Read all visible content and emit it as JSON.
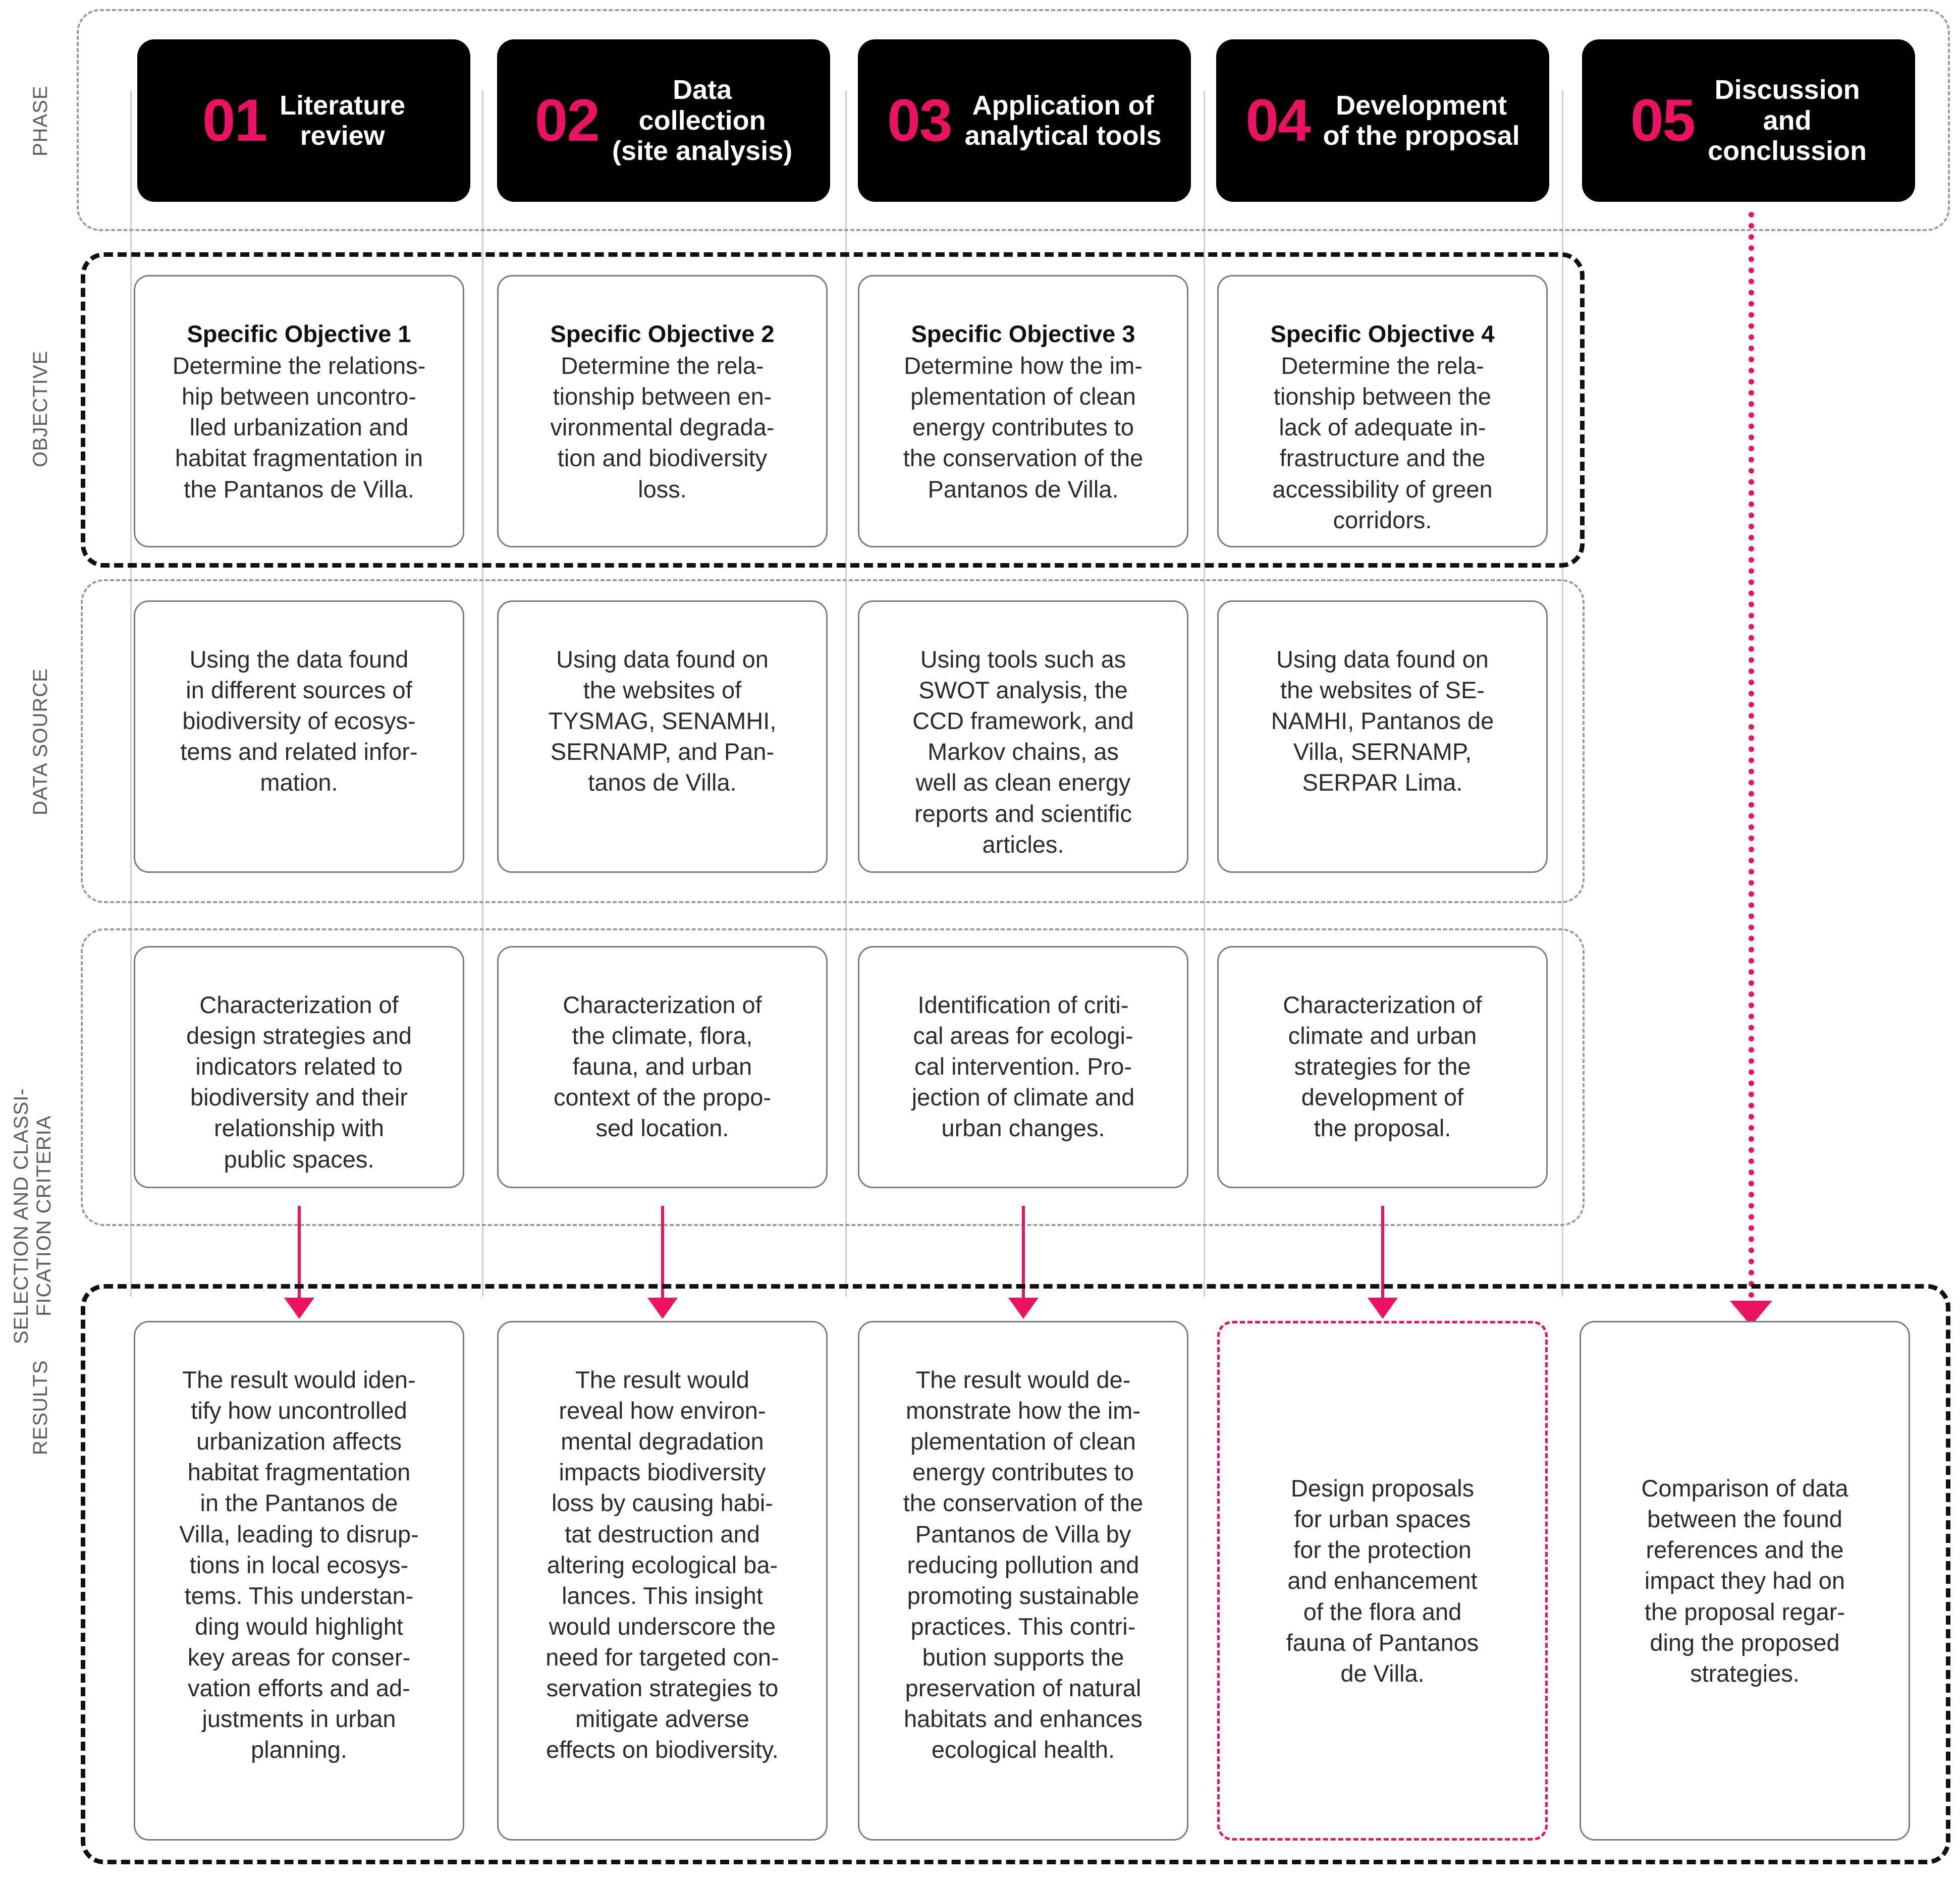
{
  "colors": {
    "accent": "#ec1263",
    "chip_bg": "#000000",
    "card_border": "#7a7a7a",
    "band_grey": "#9b9b9b",
    "band_black": "#111111"
  },
  "rail_labels": {
    "phase": "PHASE",
    "objective": "OBJECTIVE",
    "data_source": "DATA SOURCE",
    "criteria": "SELECTION AND CLASSI-\nFICATION CRITERIA",
    "results": "RESULTS"
  },
  "phases": [
    {
      "number": "01",
      "title": "Literature\nreview",
      "sub": ""
    },
    {
      "number": "02",
      "title": "Data\ncollection",
      "sub": "(site analysis)"
    },
    {
      "number": "03",
      "title": "Application of\nanalytical tools",
      "sub": ""
    },
    {
      "number": "04",
      "title": "Development\nof the proposal",
      "sub": ""
    },
    {
      "number": "05",
      "title": "Discussion\nand\nconclussion",
      "sub": ""
    }
  ],
  "objectives": [
    {
      "heading": "Specific Objective 1",
      "body": "Determine the relations-\nhip between uncontro-\nlled urbanization and\nhabitat fragmentation in\nthe Pantanos de Villa."
    },
    {
      "heading": "Specific Objective 2",
      "body": "Determine the rela-\ntionship between en-\nvironmental degrada-\ntion and biodiversity\nloss."
    },
    {
      "heading": "Specific Objective 3",
      "body": "Determine how the im-\nplementation of clean\nenergy contributes to\nthe conservation of the\nPantanos de Villa."
    },
    {
      "heading": "Specific Objective 4",
      "body": "Determine the rela-\ntionship between the\nlack of adequate in-\nfrastructure and the\naccessibility of green\ncorridors."
    }
  ],
  "data_sources": [
    "Using the data found\nin different sources of\nbiodiversity of ecosys-\ntems and related infor-\nmation.",
    "Using data found on\nthe websites of\nTYSMAG, SENAMHI,\nSERNAMP, and Pan-\ntanos de Villa.",
    "Using tools such as\nSWOT analysis, the\nCCD framework, and\nMarkov chains, as\nwell as clean energy\nreports and scientific\narticles.",
    "Using data found on\nthe websites of SE-\nNAMHI, Pantanos de\nVilla, SERNAMP,\nSERPAR Lima."
  ],
  "criteria": [
    "Characterization of\ndesign strategies and\nindicators related to\nbiodiversity and their\nrelationship with\npublic spaces.",
    "Characterization of\nthe climate, flora,\nfauna, and urban\ncontext of the propo-\nsed location.",
    "Identification of criti-\ncal areas for ecologi-\ncal intervention. Pro-\njection of climate and\nurban changes.",
    "Characterization of\nclimate and urban\nstrategies for the\ndevelopment of\nthe proposal."
  ],
  "results": [
    "The result would iden-\ntify how uncontrolled\nurbanization affects\nhabitat fragmentation\nin the Pantanos de\nVilla, leading to disrup-\ntions in local ecosys-\ntems. This understan-\nding would highlight\nkey areas for conser-\nvation efforts and ad-\njustments in urban\nplanning.",
    "The result would\nreveal how environ-\nmental degradation\nimpacts biodiversity\nloss by causing habi-\ntat destruction and\naltering ecological ba-\nlances. This insight\nwould underscore the\nneed for targeted con-\nservation strategies to\nmitigate adverse\neffects on biodiversity.",
    "The result would de-\nmonstrate how the im-\nplementation of clean\nenergy contributes to\nthe conservation of the\nPantanos de Villa by\nreducing pollution and\npromoting sustainable\npractices. This contri-\nbution supports the\npreservation of natural\nhabitats and enhances\necological health.",
    "Design proposals\nfor urban spaces\nfor the protection\nand enhancement\nof the flora and\nfauna of Pantanos\nde Villa.",
    "Comparison of data\nbetween the found\nreferences and the\nimpact they had on\nthe proposal regar-\nding the proposed\nstrategies."
  ]
}
